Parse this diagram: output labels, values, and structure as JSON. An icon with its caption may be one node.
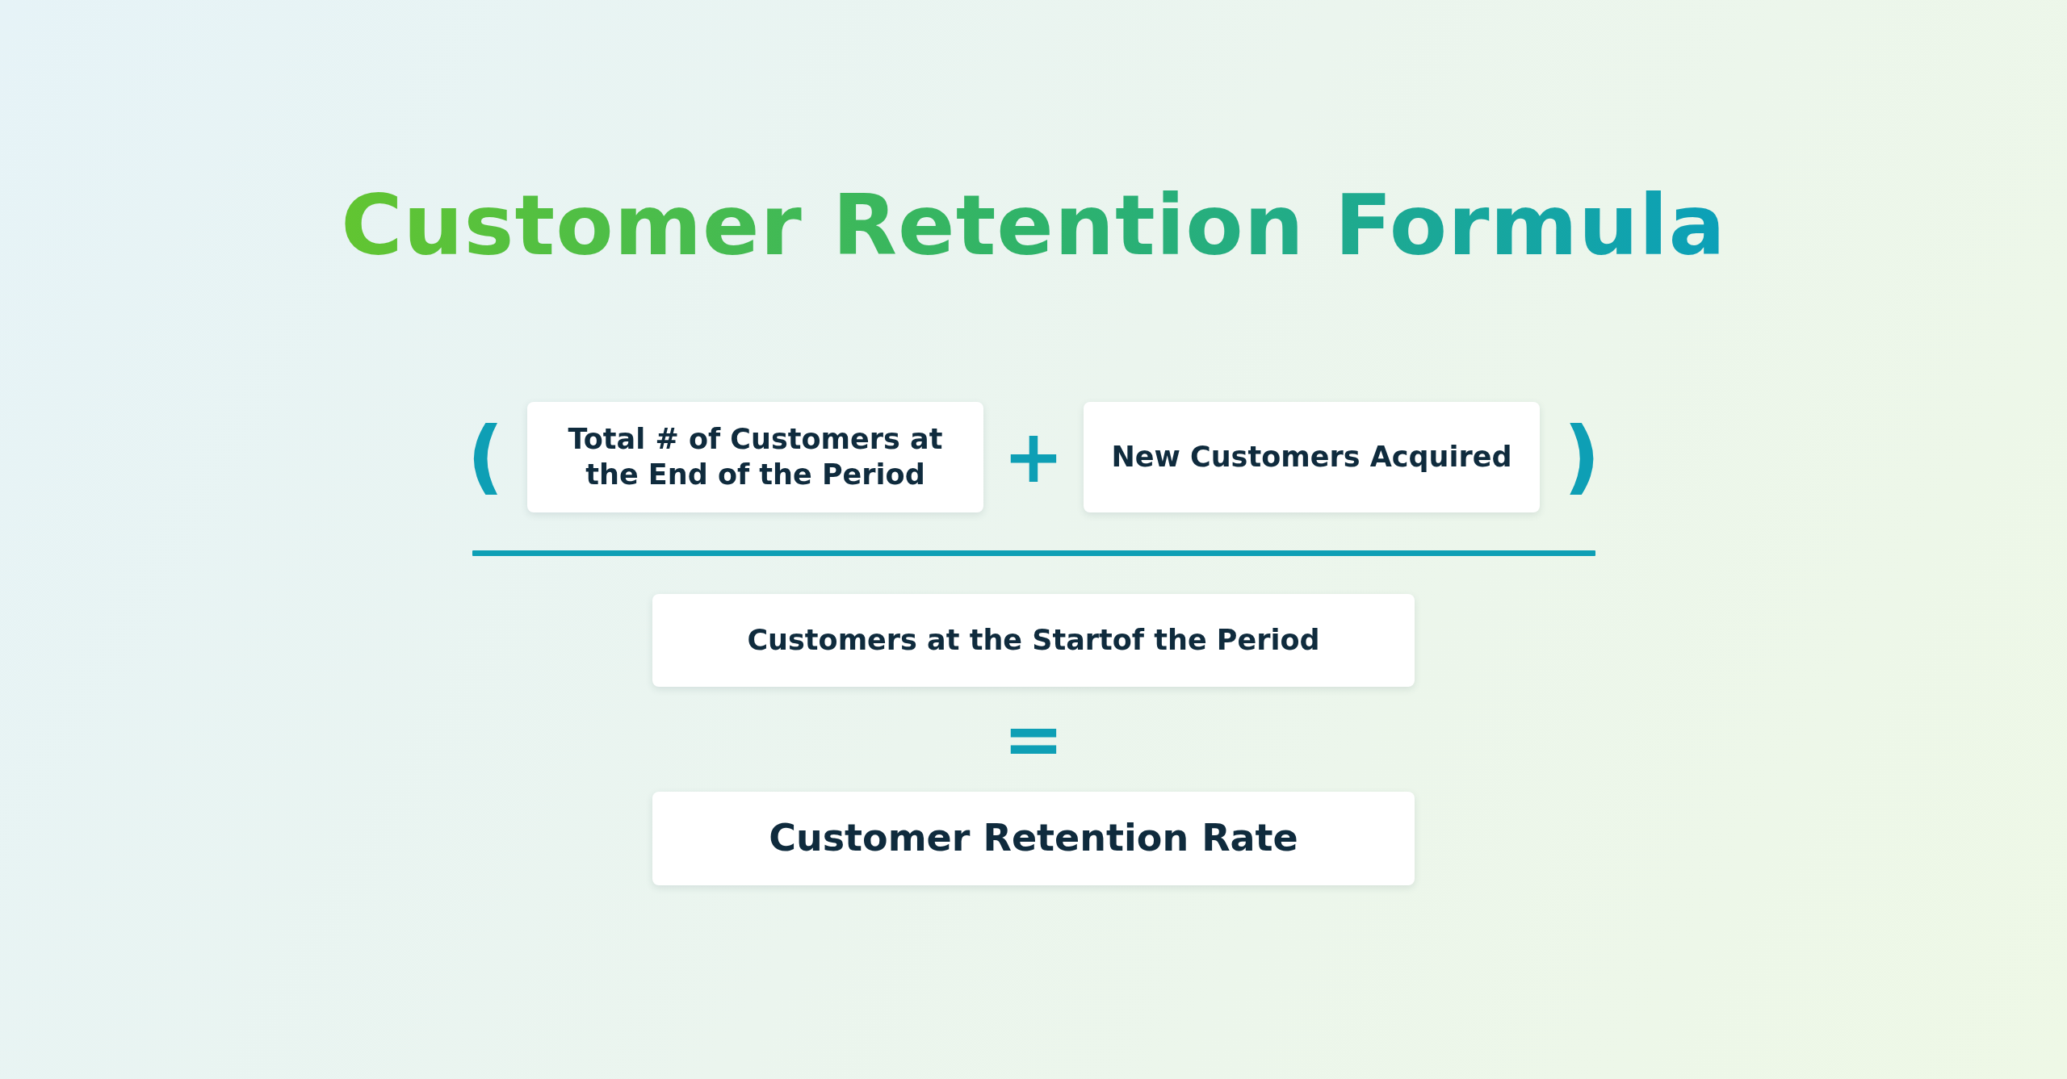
{
  "diagram": {
    "title": "Customer Retention Formula",
    "nodes": [
      {
        "text": [
          "Total # of Customers at the End of the Period"
        ]
      },
      {
        "text": [
          "New Customers Acquired"
        ]
      },
      {
        "text": [
          "Customers at the Startof the Period"
        ]
      },
      {
        "text": [
          "Customer Retention Rate"
        ]
      }
    ],
    "labels": [
      "(",
      "+",
      ")",
      "="
    ]
  }
}
